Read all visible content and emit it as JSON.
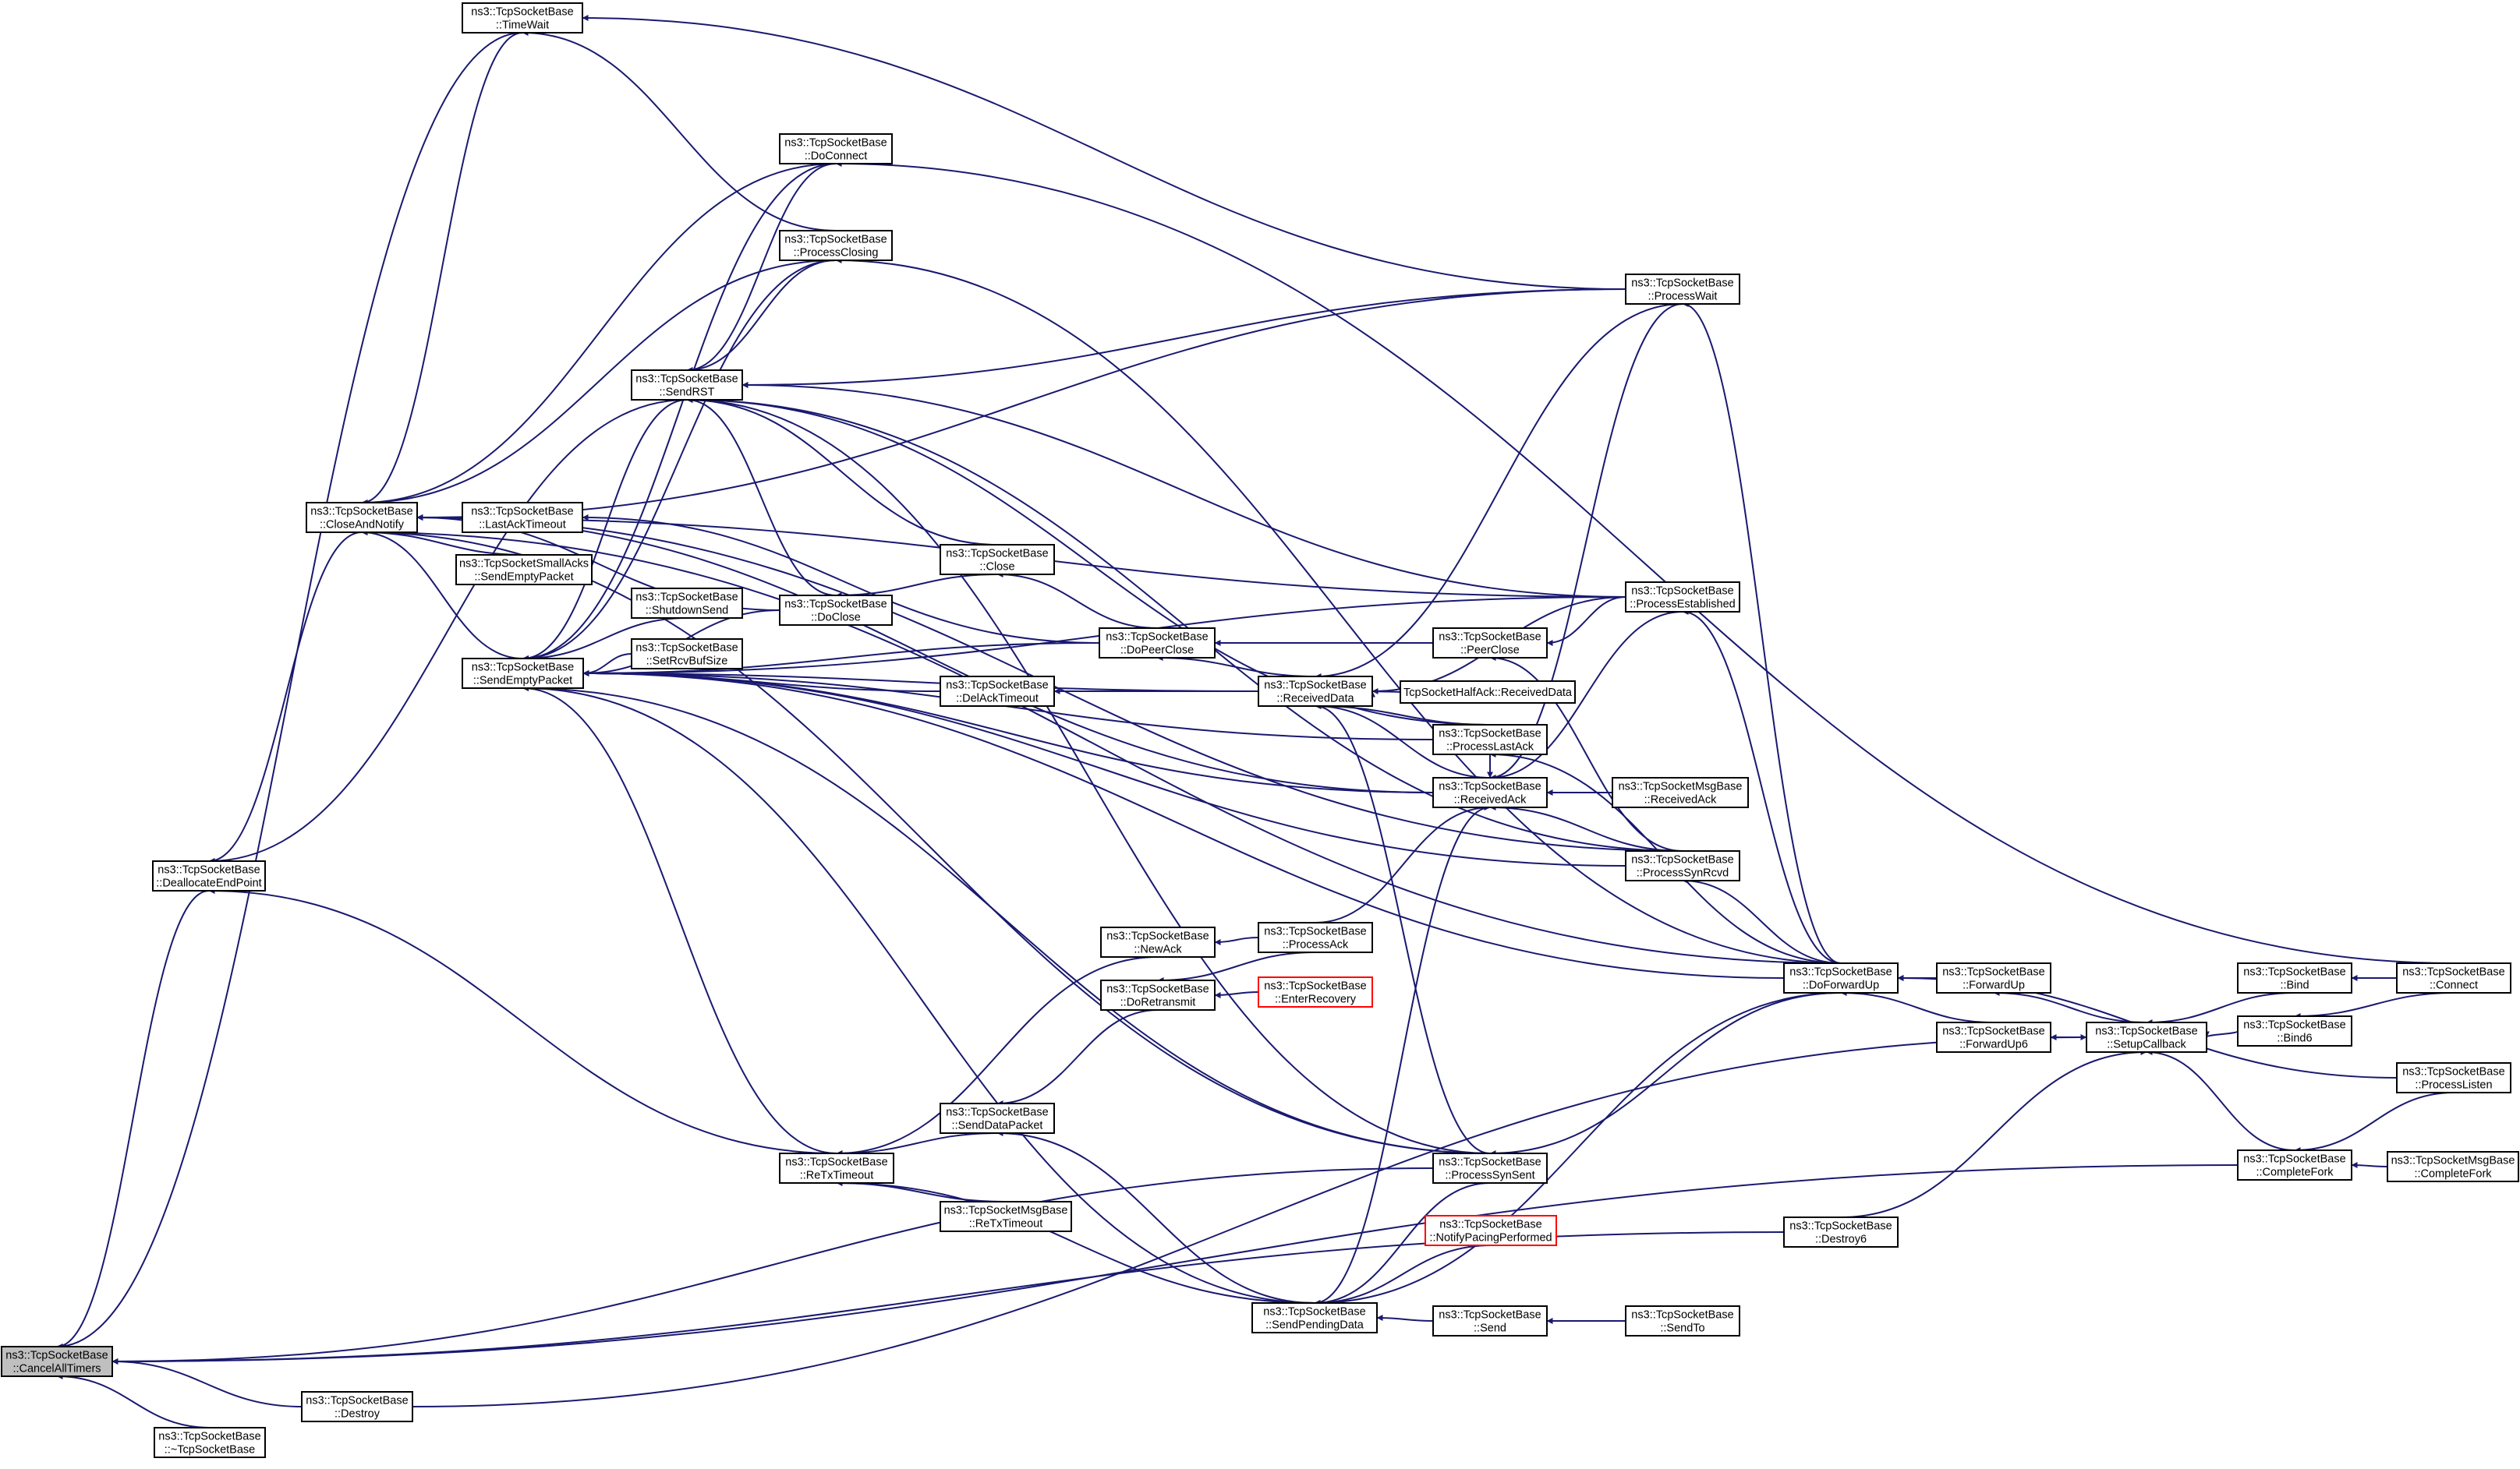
{
  "colors": {
    "edge": "#191970",
    "node_border": "#000000",
    "node_fill": "#ffffff",
    "focus_fill": "#bfbfbf",
    "truncated_border": "#ff0000"
  },
  "nodes": [
    {
      "id": "cancel_all_timers",
      "lines": [
        "ns3::TcpSocketBase",
        "::CancelAllTimers"
      ],
      "focus": true
    },
    {
      "id": "dtor",
      "lines": [
        "ns3::TcpSocketBase",
        "::~TcpSocketBase"
      ]
    },
    {
      "id": "destroy",
      "lines": [
        "ns3::TcpSocketBase",
        "::Destroy"
      ]
    },
    {
      "id": "deallocate_endpoint",
      "lines": [
        "ns3::TcpSocketBase",
        "::DeallocateEndPoint"
      ]
    },
    {
      "id": "close_and_notify",
      "lines": [
        "ns3::TcpSocketBase",
        "::CloseAndNotify"
      ]
    },
    {
      "id": "send_empty_packet",
      "lines": [
        "ns3::TcpSocketBase",
        "::SendEmptyPacket"
      ]
    },
    {
      "id": "time_wait",
      "lines": [
        "ns3::TcpSocketBase",
        "::TimeWait"
      ]
    },
    {
      "id": "last_ack_timeout",
      "lines": [
        "ns3::TcpSocketBase",
        "::LastAckTimeout"
      ]
    },
    {
      "id": "small_acks_send_empty",
      "lines": [
        "ns3::TcpSocketSmallAcks",
        "::SendEmptyPacket"
      ]
    },
    {
      "id": "shutdown_send",
      "lines": [
        "ns3::TcpSocketBase",
        "::ShutdownSend"
      ]
    },
    {
      "id": "set_rcv_buf_size",
      "lines": [
        "ns3::TcpSocketBase",
        "::SetRcvBufSize"
      ]
    },
    {
      "id": "send_rst",
      "lines": [
        "ns3::TcpSocketBase",
        "::SendRST"
      ]
    },
    {
      "id": "do_connect",
      "lines": [
        "ns3::TcpSocketBase",
        "::DoConnect"
      ]
    },
    {
      "id": "process_closing",
      "lines": [
        "ns3::TcpSocketBase",
        "::ProcessClosing"
      ]
    },
    {
      "id": "do_close",
      "lines": [
        "ns3::TcpSocketBase",
        "::DoClose"
      ]
    },
    {
      "id": "close",
      "lines": [
        "ns3::TcpSocketBase",
        "::Close"
      ]
    },
    {
      "id": "del_ack_timeout",
      "lines": [
        "ns3::TcpSocketBase",
        "::DelAckTimeout"
      ]
    },
    {
      "id": "do_peer_close",
      "lines": [
        "ns3::TcpSocketBase",
        "::DoPeerClose"
      ]
    },
    {
      "id": "new_ack",
      "lines": [
        "ns3::TcpSocketBase",
        "::NewAck"
      ]
    },
    {
      "id": "do_retransmit",
      "lines": [
        "ns3::TcpSocketBase",
        "::DoRetransmit"
      ]
    },
    {
      "id": "retx_timeout",
      "lines": [
        "ns3::TcpSocketBase",
        "::ReTxTimeout"
      ]
    },
    {
      "id": "send_data_packet",
      "lines": [
        "ns3::TcpSocketBase",
        "::SendDataPacket"
      ]
    },
    {
      "id": "msg_retx_timeout",
      "lines": [
        "ns3::TcpSocketMsgBase",
        "::ReTxTimeout"
      ]
    },
    {
      "id": "process_ack",
      "lines": [
        "ns3::TcpSocketBase",
        "::ProcessAck"
      ]
    },
    {
      "id": "enter_recovery",
      "lines": [
        "ns3::TcpSocketBase",
        "::EnterRecovery"
      ],
      "truncated": true
    },
    {
      "id": "received_data",
      "lines": [
        "ns3::TcpSocketBase",
        "::ReceivedData"
      ]
    },
    {
      "id": "half_ack_received_data",
      "lines": [
        "TcpSocketHalfAck::ReceivedData"
      ]
    },
    {
      "id": "peer_close",
      "lines": [
        "ns3::TcpSocketBase",
        "::PeerClose"
      ]
    },
    {
      "id": "process_last_ack",
      "lines": [
        "ns3::TcpSocketBase",
        "::ProcessLastAck"
      ]
    },
    {
      "id": "received_ack",
      "lines": [
        "ns3::TcpSocketBase",
        "::ReceivedAck"
      ]
    },
    {
      "id": "msg_received_ack",
      "lines": [
        "ns3::TcpSocketMsgBase",
        "::ReceivedAck"
      ]
    },
    {
      "id": "process_syn_sent",
      "lines": [
        "ns3::TcpSocketBase",
        "::ProcessSynSent"
      ]
    },
    {
      "id": "notify_pacing",
      "lines": [
        "ns3::TcpSocketBase",
        "::NotifyPacingPerformed"
      ],
      "truncated": true
    },
    {
      "id": "send_pending_data",
      "lines": [
        "ns3::TcpSocketBase",
        "::SendPendingData"
      ]
    },
    {
      "id": "send",
      "lines": [
        "ns3::TcpSocketBase",
        "::Send"
      ]
    },
    {
      "id": "send_to",
      "lines": [
        "ns3::TcpSocketBase",
        "::SendTo"
      ]
    },
    {
      "id": "process_wait",
      "lines": [
        "ns3::TcpSocketBase",
        "::ProcessWait"
      ]
    },
    {
      "id": "process_established",
      "lines": [
        "ns3::TcpSocketBase",
        "::ProcessEstablished"
      ]
    },
    {
      "id": "process_syn_rcvd",
      "lines": [
        "ns3::TcpSocketBase",
        "::ProcessSynRcvd"
      ]
    },
    {
      "id": "do_forward_up",
      "lines": [
        "ns3::TcpSocketBase",
        "::DoForwardUp"
      ]
    },
    {
      "id": "destroy6",
      "lines": [
        "ns3::TcpSocketBase",
        "::Destroy6"
      ]
    },
    {
      "id": "forward_up",
      "lines": [
        "ns3::TcpSocketBase",
        "::ForwardUp"
      ]
    },
    {
      "id": "forward_up6",
      "lines": [
        "ns3::TcpSocketBase",
        "::ForwardUp6"
      ]
    },
    {
      "id": "setup_callback",
      "lines": [
        "ns3::TcpSocketBase",
        "::SetupCallback"
      ]
    },
    {
      "id": "bind",
      "lines": [
        "ns3::TcpSocketBase",
        "::Bind"
      ]
    },
    {
      "id": "bind6",
      "lines": [
        "ns3::TcpSocketBase",
        "::Bind6"
      ]
    },
    {
      "id": "connect",
      "lines": [
        "ns3::TcpSocketBase",
        "::Connect"
      ]
    },
    {
      "id": "complete_fork",
      "lines": [
        "ns3::TcpSocketBase",
        "::CompleteFork"
      ]
    },
    {
      "id": "process_listen",
      "lines": [
        "ns3::TcpSocketBase",
        "::ProcessListen"
      ]
    },
    {
      "id": "msg_complete_fork",
      "lines": [
        "ns3::TcpSocketMsgBase",
        "::CompleteFork"
      ]
    }
  ],
  "edges": [
    [
      "dtor",
      "cancel_all_timers"
    ],
    [
      "destroy",
      "cancel_all_timers"
    ],
    [
      "deallocate_endpoint",
      "cancel_all_timers"
    ],
    [
      "time_wait",
      "cancel_all_timers"
    ],
    [
      "process_syn_sent",
      "cancel_all_timers"
    ],
    [
      "destroy6",
      "cancel_all_timers"
    ],
    [
      "complete_fork",
      "cancel_all_timers"
    ],
    [
      "close_and_notify",
      "deallocate_endpoint"
    ],
    [
      "retx_timeout",
      "deallocate_endpoint"
    ],
    [
      "send_rst",
      "deallocate_endpoint"
    ],
    [
      "time_wait",
      "close_and_notify"
    ],
    [
      "do_connect",
      "close_and_notify"
    ],
    [
      "process_closing",
      "close_and_notify"
    ],
    [
      "last_ack_timeout",
      "close_and_notify"
    ],
    [
      "do_close",
      "close_and_notify"
    ],
    [
      "process_wait",
      "close_and_notify"
    ],
    [
      "process_established",
      "close_and_notify"
    ],
    [
      "received_ack",
      "close_and_notify"
    ],
    [
      "do_forward_up",
      "close_and_notify"
    ],
    [
      "process_syn_sent",
      "close_and_notify"
    ],
    [
      "process_syn_rcvd",
      "close_and_notify"
    ],
    [
      "send_empty_packet",
      "close_and_notify"
    ],
    [
      "small_acks_send_empty",
      "close_and_notify"
    ],
    [
      "send_rst",
      "send_empty_packet"
    ],
    [
      "do_connect",
      "send_empty_packet"
    ],
    [
      "process_closing",
      "send_empty_packet"
    ],
    [
      "do_close",
      "send_empty_packet"
    ],
    [
      "shutdown_send",
      "send_empty_packet"
    ],
    [
      "set_rcv_buf_size",
      "send_empty_packet"
    ],
    [
      "do_peer_close",
      "send_empty_packet"
    ],
    [
      "del_ack_timeout",
      "send_empty_packet"
    ],
    [
      "received_data",
      "send_empty_packet"
    ],
    [
      "process_last_ack",
      "send_empty_packet"
    ],
    [
      "received_ack",
      "send_empty_packet"
    ],
    [
      "process_syn_rcvd",
      "send_empty_packet"
    ],
    [
      "do_forward_up",
      "send_empty_packet"
    ],
    [
      "retx_timeout",
      "send_empty_packet"
    ],
    [
      "process_syn_sent",
      "send_empty_packet"
    ],
    [
      "send_pending_data",
      "send_empty_packet"
    ],
    [
      "process_established",
      "send_empty_packet"
    ],
    [
      "process_wait",
      "time_wait"
    ],
    [
      "process_closing",
      "time_wait"
    ],
    [
      "do_peer_close",
      "last_ack_timeout"
    ],
    [
      "do_connect",
      "send_rst"
    ],
    [
      "process_closing",
      "send_rst"
    ],
    [
      "do_close",
      "send_rst"
    ],
    [
      "close",
      "send_rst"
    ],
    [
      "process_wait",
      "send_rst"
    ],
    [
      "process_established",
      "send_rst"
    ],
    [
      "process_last_ack",
      "send_rst"
    ],
    [
      "process_syn_rcvd",
      "send_rst"
    ],
    [
      "process_syn_sent",
      "send_rst"
    ],
    [
      "connect",
      "do_connect"
    ],
    [
      "do_forward_up",
      "process_closing"
    ],
    [
      "close",
      "do_close"
    ],
    [
      "do_peer_close",
      "close"
    ],
    [
      "received_data",
      "do_peer_close"
    ],
    [
      "peer_close",
      "do_peer_close"
    ],
    [
      "received_data",
      "del_ack_timeout"
    ],
    [
      "half_ack_received_data",
      "received_data"
    ],
    [
      "process_wait",
      "received_data"
    ],
    [
      "process_established",
      "received_data"
    ],
    [
      "process_last_ack",
      "received_data"
    ],
    [
      "received_ack",
      "received_data"
    ],
    [
      "process_syn_sent",
      "received_data"
    ],
    [
      "process_established",
      "peer_close"
    ],
    [
      "process_syn_rcvd",
      "peer_close"
    ],
    [
      "process_wait",
      "received_ack"
    ],
    [
      "process_established",
      "received_ack"
    ],
    [
      "process_last_ack",
      "received_ack"
    ],
    [
      "msg_received_ack",
      "received_ack"
    ],
    [
      "process_syn_rcvd",
      "received_ack"
    ],
    [
      "send_pending_data",
      "received_ack"
    ],
    [
      "process_ack",
      "received_ack"
    ],
    [
      "do_forward_up",
      "process_wait"
    ],
    [
      "do_forward_up",
      "process_established"
    ],
    [
      "do_forward_up",
      "process_syn_rcvd"
    ],
    [
      "do_forward_up",
      "process_last_ack"
    ],
    [
      "do_forward_up",
      "process_syn_sent"
    ],
    [
      "forward_up",
      "do_forward_up"
    ],
    [
      "forward_up6",
      "do_forward_up"
    ],
    [
      "process_listen",
      "do_forward_up"
    ],
    [
      "setup_callback",
      "forward_up"
    ],
    [
      "setup_callback",
      "forward_up6"
    ],
    [
      "bind",
      "setup_callback"
    ],
    [
      "bind6",
      "setup_callback"
    ],
    [
      "complete_fork",
      "setup_callback"
    ],
    [
      "destroy6",
      "setup_callback"
    ],
    [
      "destroy",
      "setup_callback"
    ],
    [
      "connect",
      "bind"
    ],
    [
      "connect",
      "bind6"
    ],
    [
      "process_listen",
      "complete_fork"
    ],
    [
      "msg_complete_fork",
      "complete_fork"
    ],
    [
      "process_ack",
      "new_ack"
    ],
    [
      "enter_recovery",
      "do_retransmit"
    ],
    [
      "process_ack",
      "do_retransmit"
    ],
    [
      "new_ack",
      "retx_timeout"
    ],
    [
      "send_data_packet",
      "retx_timeout"
    ],
    [
      "msg_retx_timeout",
      "retx_timeout"
    ],
    [
      "do_retransmit",
      "send_data_packet"
    ],
    [
      "send_pending_data",
      "send_data_packet"
    ],
    [
      "send_pending_data",
      "retx_timeout"
    ],
    [
      "notify_pacing",
      "send_pending_data"
    ],
    [
      "send",
      "send_pending_data"
    ],
    [
      "do_forward_up",
      "send_pending_data"
    ],
    [
      "process_syn_sent",
      "send_pending_data"
    ],
    [
      "send_to",
      "send"
    ]
  ]
}
